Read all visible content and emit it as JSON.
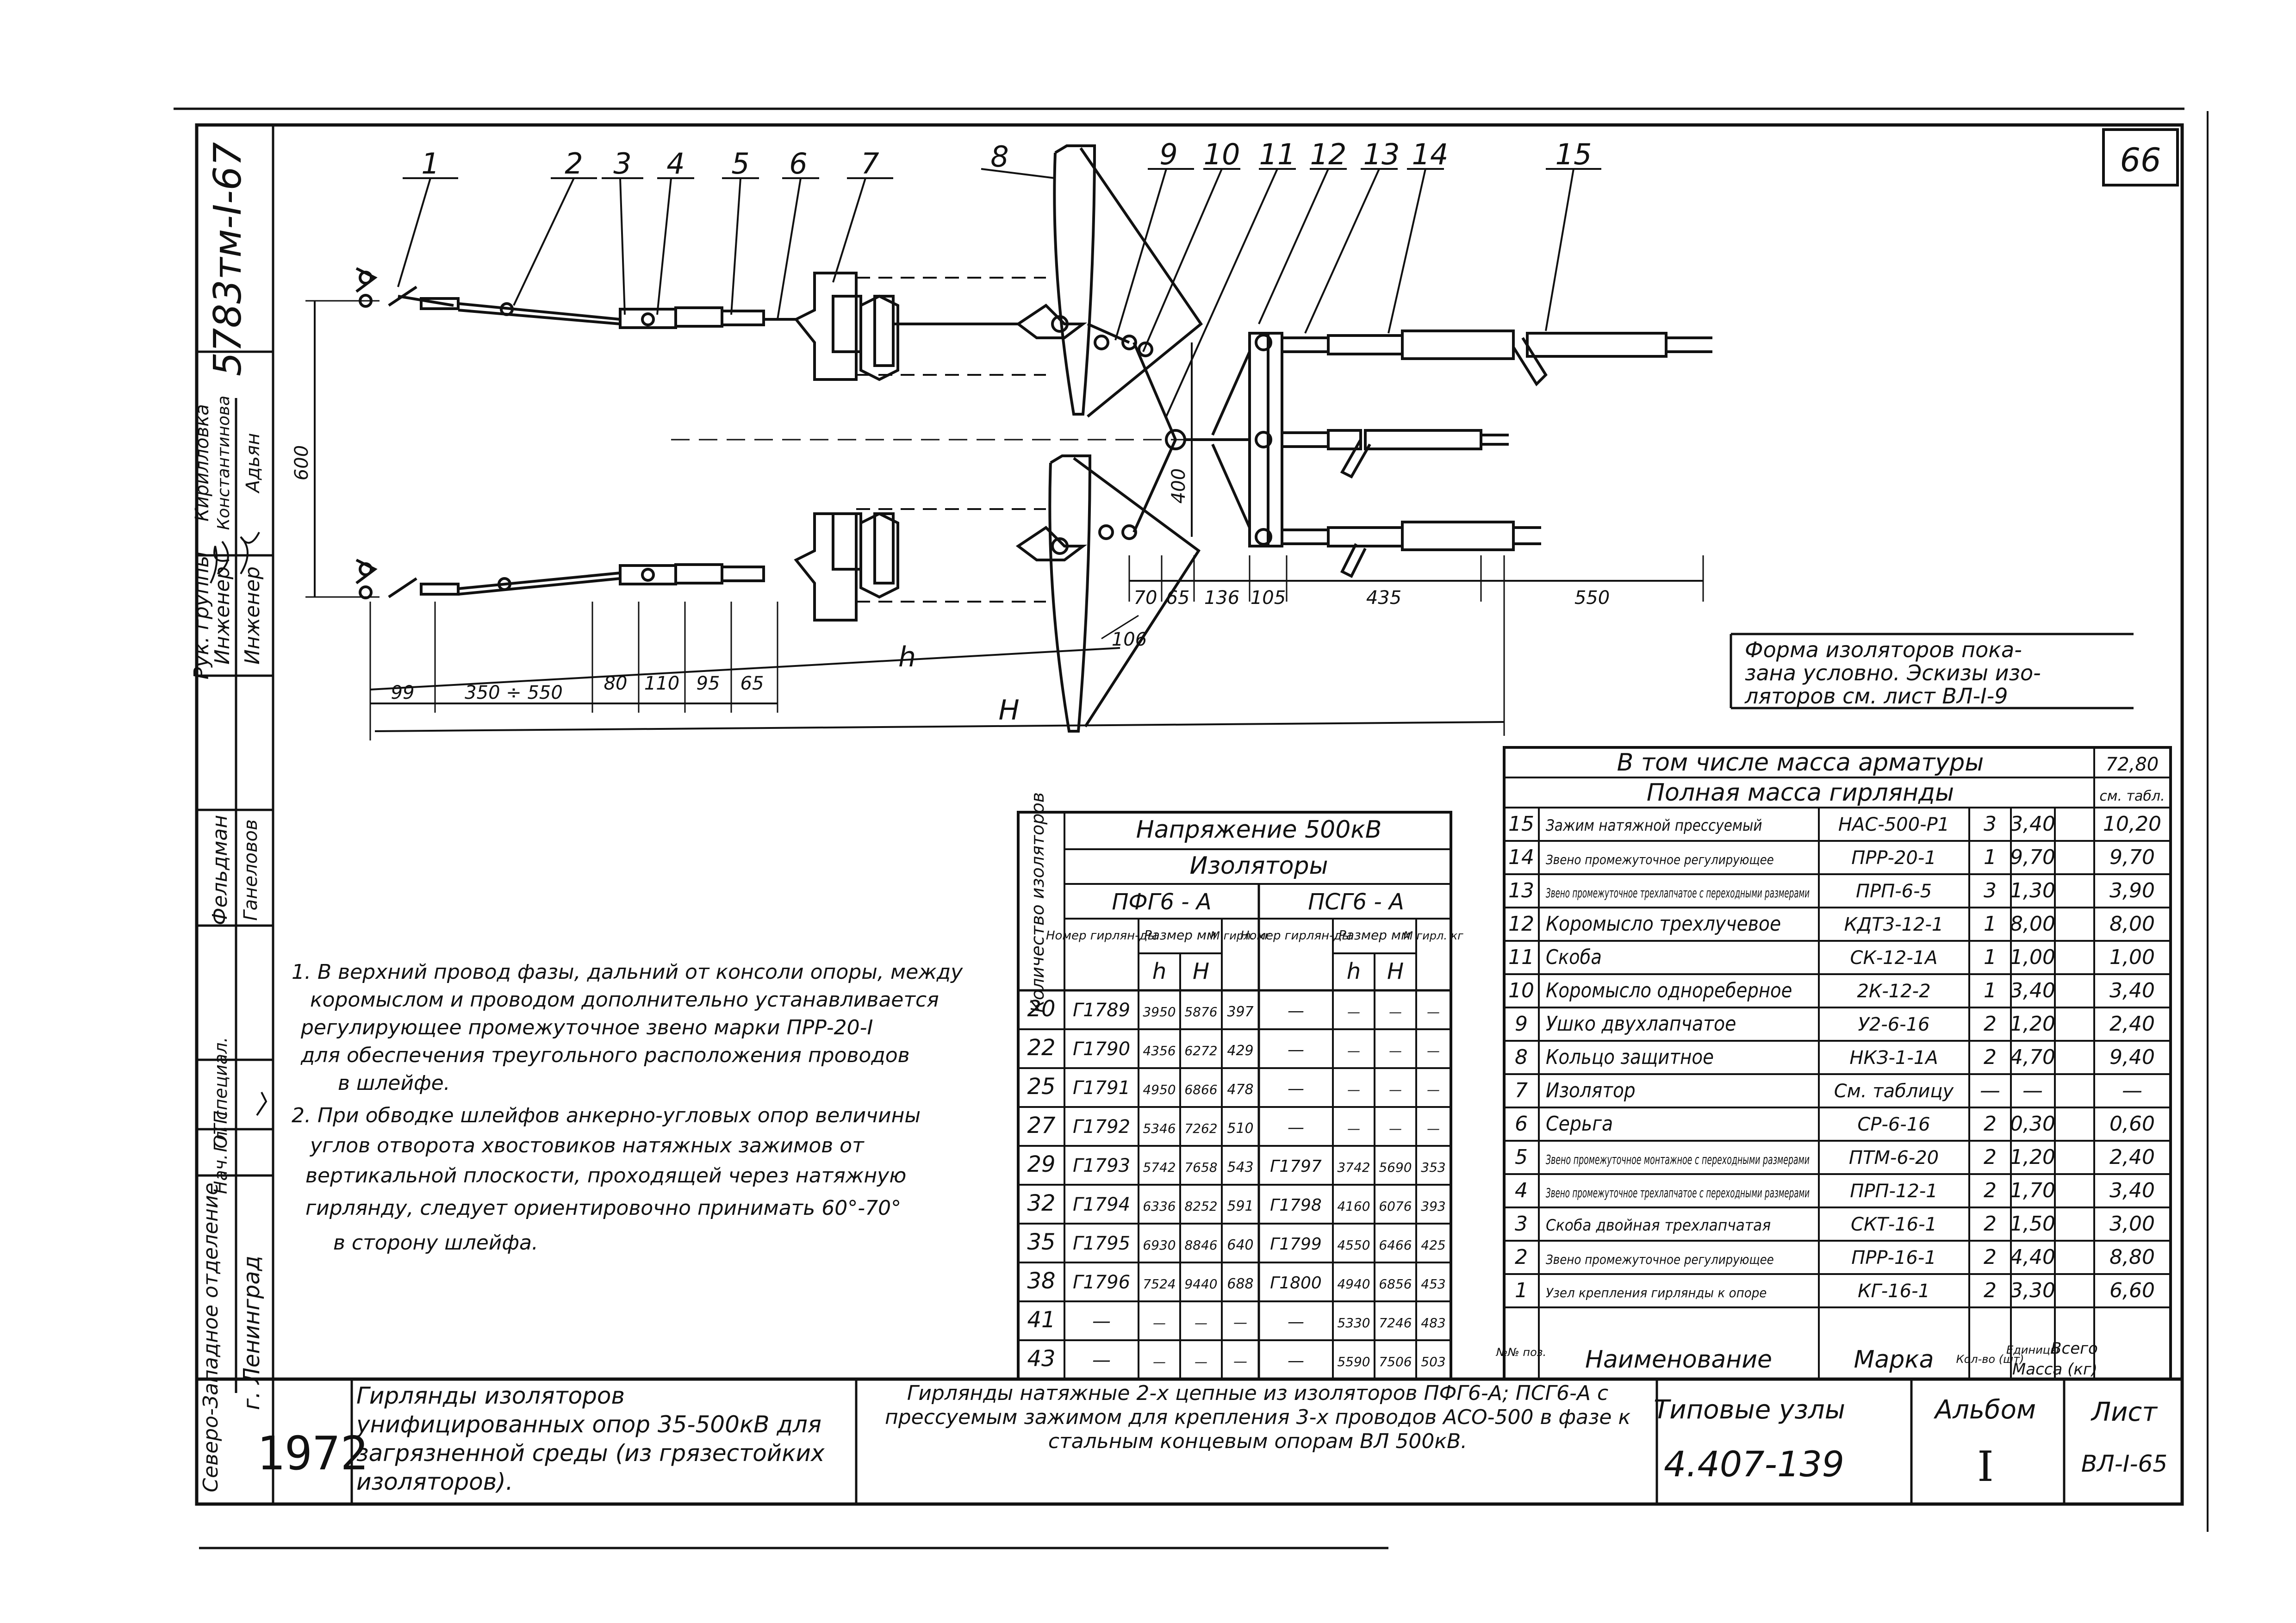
{
  "sheet_corner": "66",
  "archive_no": "5783тм-I-67",
  "callouts": [
    "1",
    "2",
    "3",
    "4",
    "5",
    "6",
    "7",
    "8",
    "9",
    "10",
    "11",
    "12",
    "13",
    "14",
    "15"
  ],
  "dims": {
    "d600": "600",
    "d400": "400",
    "d70": "70",
    "d65a": "65",
    "d136": "136",
    "d105": "105",
    "d435": "435",
    "d550": "550",
    "d106": "106",
    "d99": "99",
    "d350": "350 ÷ 550",
    "d80": "80",
    "d110": "110",
    "d95": "95",
    "d65b": "65",
    "h": "h",
    "H": "H"
  },
  "note_box": [
    "Форма изоляторов пока-",
    "зана условно. Эскизы изо-",
    "ляторов см. лист ВЛ-I-9"
  ],
  "notes": [
    "1. В верхний провод фазы, дальний от консоли опоры, между",
    "коромыслом и проводом дополнительно устанавливается",
    "регулирующее промежуточное звено марки ПРР-20-I",
    "для обеспечения треугольного расположения проводов",
    "в шлейфе.",
    "2. При обводке шлейфов анкерно-угловых опор величины",
    "углов отворота хвостовиков натяжных зажимов от",
    "вертикальной плоскости, проходящей через натяжную",
    "гирлянду, следует ориентировочно принимать 60°-70°",
    "в сторону шлейфа."
  ],
  "ins_table": {
    "title": "Напряжение 500кВ",
    "sub": "Изоляторы",
    "count_hdr": "Количество изоляторов",
    "type1": "ПФГ6 - А",
    "type2": "ПСГ6 - А",
    "col_num": "Номер гирлян-ды",
    "col_size": "Размер мм",
    "col_mass": "М гирл. кг",
    "col_h": "h",
    "col_H": "H",
    "rows": [
      [
        "20",
        "Г1789",
        "3950",
        "5876",
        "397",
        "—",
        "—",
        "—",
        "—"
      ],
      [
        "22",
        "Г1790",
        "4356",
        "6272",
        "429",
        "—",
        "—",
        "—",
        "—"
      ],
      [
        "25",
        "Г1791",
        "4950",
        "6866",
        "478",
        "—",
        "—",
        "—",
        "—"
      ],
      [
        "27",
        "Г1792",
        "5346",
        "7262",
        "510",
        "—",
        "—",
        "—",
        "—"
      ],
      [
        "29",
        "Г1793",
        "5742",
        "7658",
        "543",
        "Г1797",
        "3742",
        "5690",
        "353"
      ],
      [
        "32",
        "Г1794",
        "6336",
        "8252",
        "591",
        "Г1798",
        "4160",
        "6076",
        "393"
      ],
      [
        "35",
        "Г1795",
        "6930",
        "8846",
        "640",
        "Г1799",
        "4550",
        "6466",
        "425"
      ],
      [
        "38",
        "Г1796",
        "7524",
        "9440",
        "688",
        "Г1800",
        "4940",
        "6856",
        "453"
      ],
      [
        "41",
        "—",
        "—",
        "—",
        "—",
        "—",
        "5330",
        "7246",
        "483"
      ],
      [
        "43",
        "—",
        "—",
        "—",
        "—",
        "—",
        "5590",
        "7506",
        "503"
      ]
    ]
  },
  "parts_table": {
    "mass_armature_label": "В том числе масса арматуры",
    "mass_armature_val": "72,80",
    "mass_total_label": "Полная масса гирлянды",
    "mass_total_val": "см. табл.",
    "rows": [
      [
        "15",
        "Зажим натяжной прессуемый",
        "НАС-500-Р1",
        "3",
        "3,40",
        "10,20"
      ],
      [
        "14",
        "Звено промежуточное регулирующее",
        "ПРР-20-1",
        "1",
        "9,70",
        "9,70"
      ],
      [
        "13",
        "Звено промежуточное трехлапчатое с переходными размерами",
        "ПРП-6-5",
        "3",
        "1,30",
        "3,90"
      ],
      [
        "12",
        "Коромысло трехлучевое",
        "КДТ3-12-1",
        "1",
        "8,00",
        "8,00"
      ],
      [
        "11",
        "Скоба",
        "СК-12-1А",
        "1",
        "1,00",
        "1,00"
      ],
      [
        "10",
        "Коромысло однореберное",
        "2К-12-2",
        "1",
        "3,40",
        "3,40"
      ],
      [
        "9",
        "Ушко двухлапчатое",
        "У2-6-16",
        "2",
        "1,20",
        "2,40"
      ],
      [
        "8",
        "Кольцо защитное",
        "НКЗ-1-1А",
        "2",
        "4,70",
        "9,40"
      ],
      [
        "7",
        "Изолятор",
        "См. таблицу",
        "—",
        "—",
        "—"
      ],
      [
        "6",
        "Серьга",
        "СР-6-16",
        "2",
        "0,30",
        "0,60"
      ],
      [
        "5",
        "Звено промежуточное монтажное с переходными размерами",
        "ПТМ-6-20",
        "2",
        "1,20",
        "2,40"
      ],
      [
        "4",
        "Звено промежуточное трехлапчатое с переходными размерами",
        "ПРП-12-1",
        "2",
        "1,70",
        "3,40"
      ],
      [
        "3",
        "Скоба двойная трехлапчатая",
        "СКТ-16-1",
        "2",
        "1,50",
        "3,00"
      ],
      [
        "2",
        "Звено промежуточное регулирующее",
        "ПРР-16-1",
        "2",
        "4,40",
        "8,80"
      ],
      [
        "1",
        "Узел крепления гирлянды к опоре",
        "КГ-16-1",
        "2",
        "3,30",
        "6,60"
      ]
    ],
    "hdr_pos": "№№ поз.",
    "hdr_name": "Наименование",
    "hdr_mark": "Марка",
    "hdr_qty": "Кол-во (шт)",
    "hdr_unit": "Единицы",
    "hdr_all": "Всего",
    "hdr_mass": "Масса (кг)"
  },
  "side_stamp": {
    "org1": "Северо-Западное отделение",
    "org2": "г. Ленинград",
    "roles": [
      "Гл. специал.",
      "Нач. ОТП",
      "Фельдман",
      "Рук. группы",
      "Инженер",
      "Инженер"
    ],
    "names": [
      "Ганеловов",
      "Кирилловка",
      "Константинова",
      "Адьян"
    ]
  },
  "title_block": {
    "year": "1972",
    "desc1": "Гирлянды изоляторов унифицированных опор 35-500кВ для загрязненной среды (из грязестойких изоляторов).",
    "desc2": "Гирлянды натяжные 2-х цепные из изоляторов ПФГ6-А; ПСГ6-А с прессуемым зажимом для крепления 3-х проводов АСО-500 в фазе к стальным концевым опорам ВЛ 500кВ.",
    "typ_label": "Типовые узлы",
    "typ_val": "4.407-139",
    "album_label": "Альбом",
    "album_val": "I",
    "sheet_label": "Лист",
    "sheet_val": "ВЛ-I-65"
  }
}
